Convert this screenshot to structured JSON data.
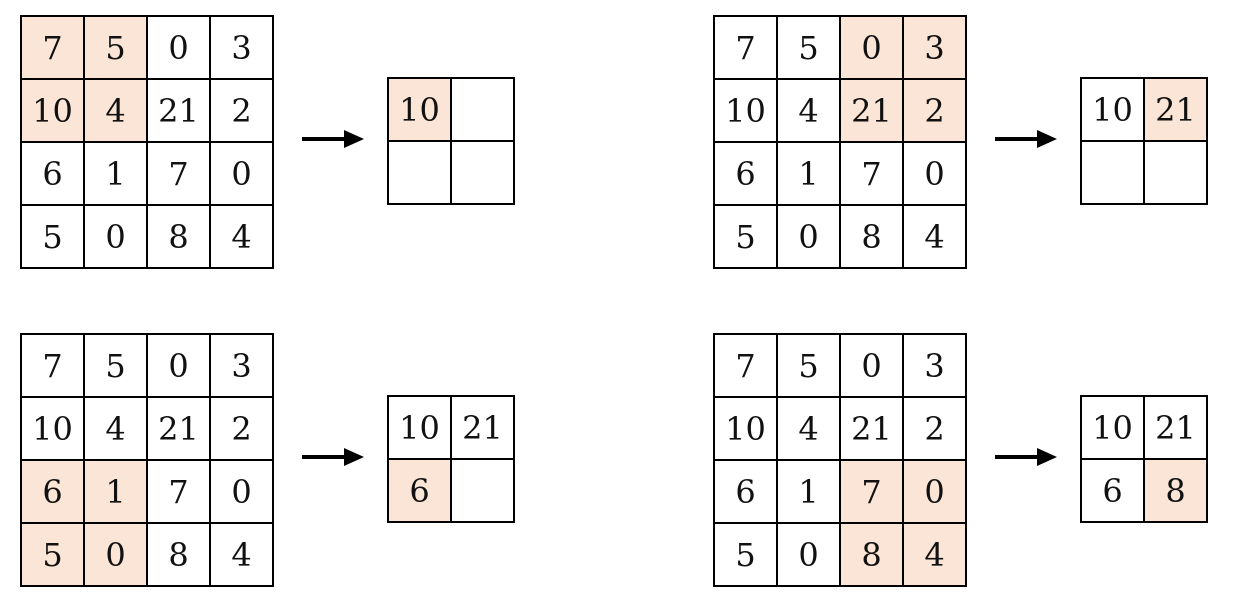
{
  "accent_color": "#fbe5d6",
  "panels": [
    {
      "id": "top-left",
      "input": [
        [
          "7",
          "5",
          "0",
          "3"
        ],
        [
          "10",
          "4",
          "21",
          "2"
        ],
        [
          "6",
          "1",
          "7",
          "0"
        ],
        [
          "5",
          "0",
          "8",
          "4"
        ]
      ],
      "highlight": [
        [
          0,
          0
        ],
        [
          0,
          1
        ],
        [
          1,
          0
        ],
        [
          1,
          1
        ]
      ],
      "output": [
        [
          "10",
          ""
        ],
        [
          "",
          ""
        ]
      ],
      "output_highlight": [
        [
          0,
          0
        ]
      ]
    },
    {
      "id": "top-right",
      "input": [
        [
          "7",
          "5",
          "0",
          "3"
        ],
        [
          "10",
          "4",
          "21",
          "2"
        ],
        [
          "6",
          "1",
          "7",
          "0"
        ],
        [
          "5",
          "0",
          "8",
          "4"
        ]
      ],
      "highlight": [
        [
          0,
          2
        ],
        [
          0,
          3
        ],
        [
          1,
          2
        ],
        [
          1,
          3
        ]
      ],
      "output": [
        [
          "10",
          "21"
        ],
        [
          "",
          ""
        ]
      ],
      "output_highlight": [
        [
          0,
          1
        ]
      ]
    },
    {
      "id": "bottom-left",
      "input": [
        [
          "7",
          "5",
          "0",
          "3"
        ],
        [
          "10",
          "4",
          "21",
          "2"
        ],
        [
          "6",
          "1",
          "7",
          "0"
        ],
        [
          "5",
          "0",
          "8",
          "4"
        ]
      ],
      "highlight": [
        [
          2,
          0
        ],
        [
          2,
          1
        ],
        [
          3,
          0
        ],
        [
          3,
          1
        ]
      ],
      "output": [
        [
          "10",
          "21"
        ],
        [
          "6",
          ""
        ]
      ],
      "output_highlight": [
        [
          1,
          0
        ]
      ]
    },
    {
      "id": "bottom-right",
      "input": [
        [
          "7",
          "5",
          "0",
          "3"
        ],
        [
          "10",
          "4",
          "21",
          "2"
        ],
        [
          "6",
          "1",
          "7",
          "0"
        ],
        [
          "5",
          "0",
          "8",
          "4"
        ]
      ],
      "highlight": [
        [
          2,
          2
        ],
        [
          2,
          3
        ],
        [
          3,
          2
        ],
        [
          3,
          3
        ]
      ],
      "output": [
        [
          "10",
          "21"
        ],
        [
          "6",
          "8"
        ]
      ],
      "output_highlight": [
        [
          1,
          1
        ]
      ]
    }
  ]
}
